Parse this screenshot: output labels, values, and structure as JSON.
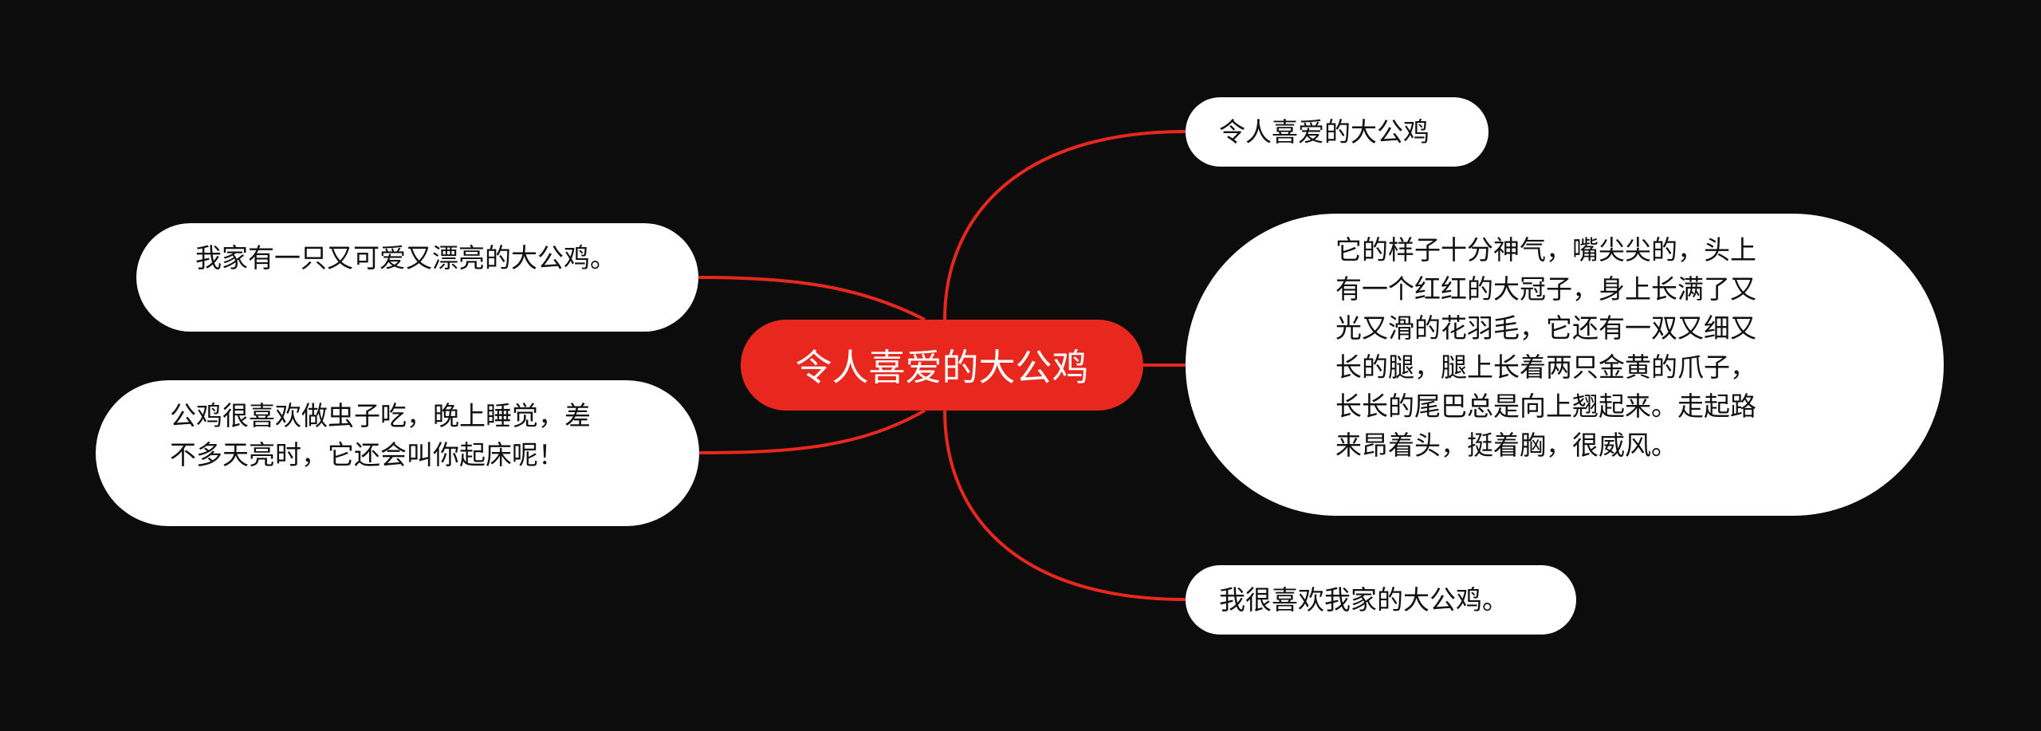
{
  "diagram": {
    "type": "mind-map",
    "background_color": "#0d0c0d",
    "link_color": "#e8281f",
    "root": {
      "label": "令人喜爱的大公鸡",
      "fill_color": "#e8281f",
      "text_color": "#ffffff"
    },
    "right_branches": [
      {
        "label": "令人喜爱的大公鸡"
      },
      {
        "label": "它的样子十分神气，嘴尖尖的，头上有一个红红的大冠子，身上长满了又光又滑的花羽毛，它还有一双又细又长的腿，腿上长着两只金黄的爪子，长长的尾巴总是向上翘起来。走起路来昂着头，挺着胸，很威风。"
      },
      {
        "label": "我很喜欢我家的大公鸡。"
      }
    ],
    "left_branches": [
      {
        "label": "我家有一只又可爱又漂亮的大公鸡。"
      },
      {
        "label": "公鸡很喜欢做虫子吃，晚上睡觉，差不多天亮时，它还会叫你起床呢！"
      }
    ]
  }
}
